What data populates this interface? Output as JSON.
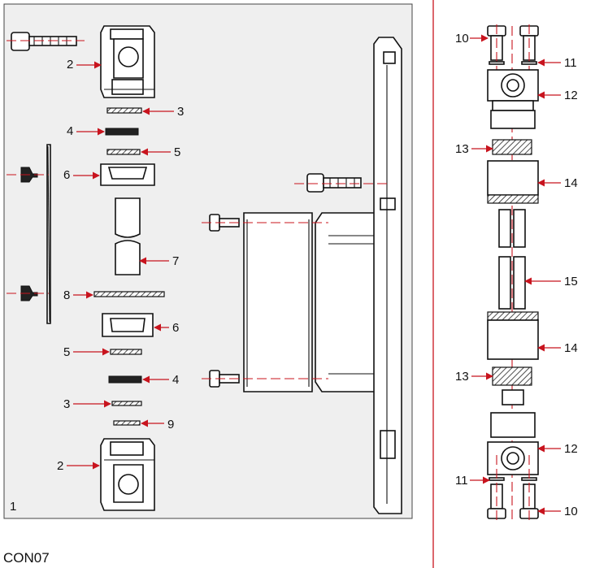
{
  "diagram": {
    "panel_number": "1",
    "code": "CON07",
    "colors": {
      "leader": "#c8141e",
      "panel_bg": "#efefef",
      "line": "#111111",
      "divider": "#c8141e"
    },
    "callouts_left": [
      "2",
      "3",
      "4",
      "5",
      "6",
      "7",
      "8",
      "6",
      "5",
      "4",
      "3",
      "9",
      "2"
    ],
    "callouts_right": [
      "10",
      "11",
      "12",
      "13",
      "14",
      "15",
      "14",
      "13",
      "12",
      "11",
      "10"
    ]
  }
}
